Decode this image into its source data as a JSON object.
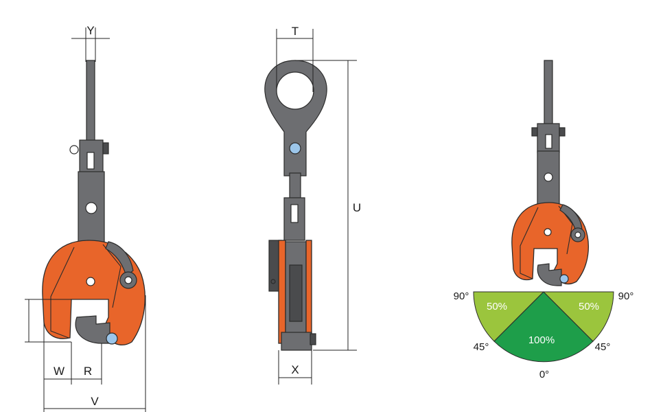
{
  "dimensions": {
    "y": "Y",
    "w": "W",
    "r": "R",
    "v": "V",
    "t": "T",
    "u": "U",
    "x": "X"
  },
  "angle_chart": {
    "left_top_angle": "90°",
    "right_top_angle": "90°",
    "left_mid_angle": "45°",
    "right_mid_angle": "45°",
    "bottom_angle": "0°",
    "left_sector": {
      "label": "50%",
      "color": "#9bc53d"
    },
    "right_sector": {
      "label": "50%",
      "color": "#9bc53d"
    },
    "center_sector": {
      "label": "100%",
      "color": "#1e9e4a"
    }
  },
  "colors": {
    "clamp_body": "#e8652a",
    "steel": "#6d6e71",
    "pin": "#9cc6ea"
  }
}
